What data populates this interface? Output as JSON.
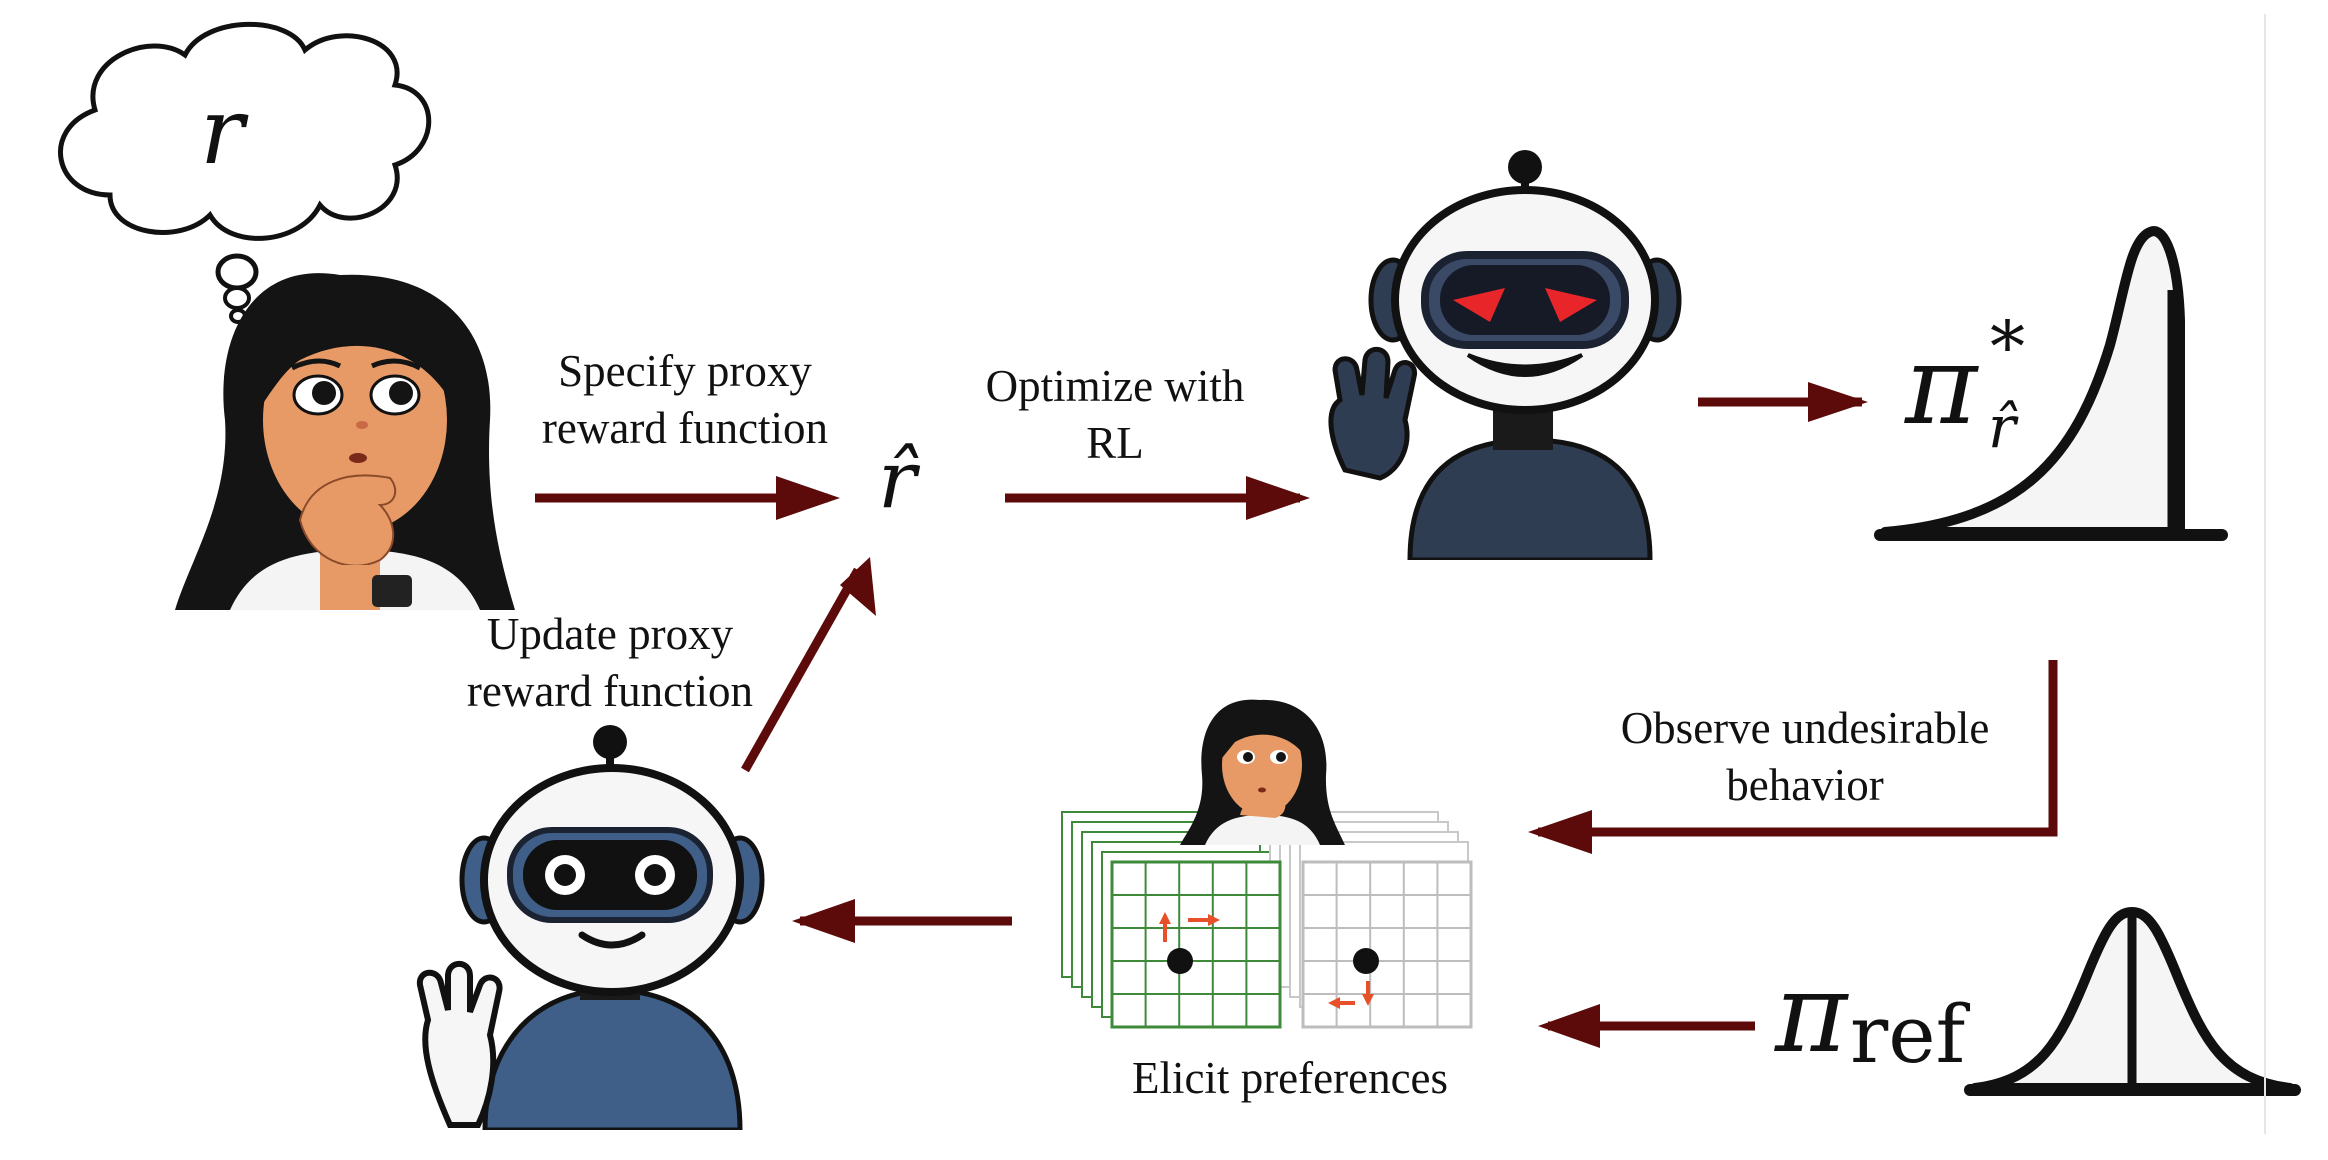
{
  "labels": {
    "specify_1": "Specify proxy",
    "specify_2": "reward function",
    "optimize_1": "Optimize with",
    "optimize_2": "RL",
    "update_1": "Update proxy",
    "update_2": "reward function",
    "observe_1": "Observe undesirable",
    "observe_2": "behavior",
    "elicit": "Elicit preferences"
  },
  "math": {
    "true_reward": "r",
    "proxy_reward": "r̂",
    "optimal_policy": "π",
    "optimal_policy_sup": "*",
    "optimal_policy_sub": "r̂",
    "ref_policy": "π",
    "ref_policy_sub": "ref"
  },
  "colors": {
    "arrow": "#5c0a0a",
    "robot_dark_body": "#2f3d52",
    "robot_blue_body": "#3f5f88",
    "evil_eyes": "#e8262a",
    "grid_green": "#3e8a3a",
    "grid_gray": "#bdbdbd",
    "move_arrows": "#e8502a",
    "skin": "#e89a66",
    "hair": "#141414"
  },
  "icons": [
    "thought-cloud-icon",
    "thinking-person-icon",
    "evil-robot-icon",
    "friendly-robot-icon",
    "peaked-distribution-icon",
    "bell-distribution-icon",
    "grid-preference-icon"
  ]
}
